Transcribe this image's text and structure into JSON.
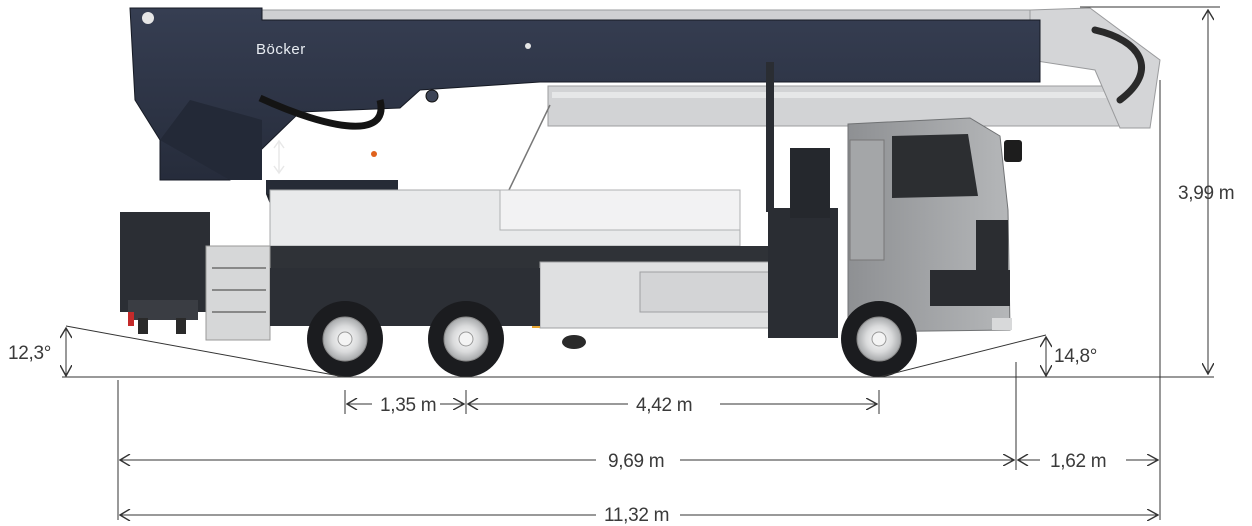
{
  "brand": "Böcker",
  "dimensions": {
    "height": "3,99 m",
    "approach_angle_rear": "12,3°",
    "departure_angle_front": "14,8°",
    "axle_spacing_rear": "1,35 m",
    "wheelbase": "4,42 m",
    "length_without_overhang": "9,69 m",
    "front_overhang": "1,62 m",
    "overall_length": "11,32 m"
  },
  "colors": {
    "boom": "#2c3344",
    "boom_dark": "#1f2533",
    "cab": "#9a9c9f",
    "body_panel": "#d8d9da",
    "chassis": "#2b2d31",
    "dimension_line": "#333333",
    "accent": "#e0621c"
  }
}
